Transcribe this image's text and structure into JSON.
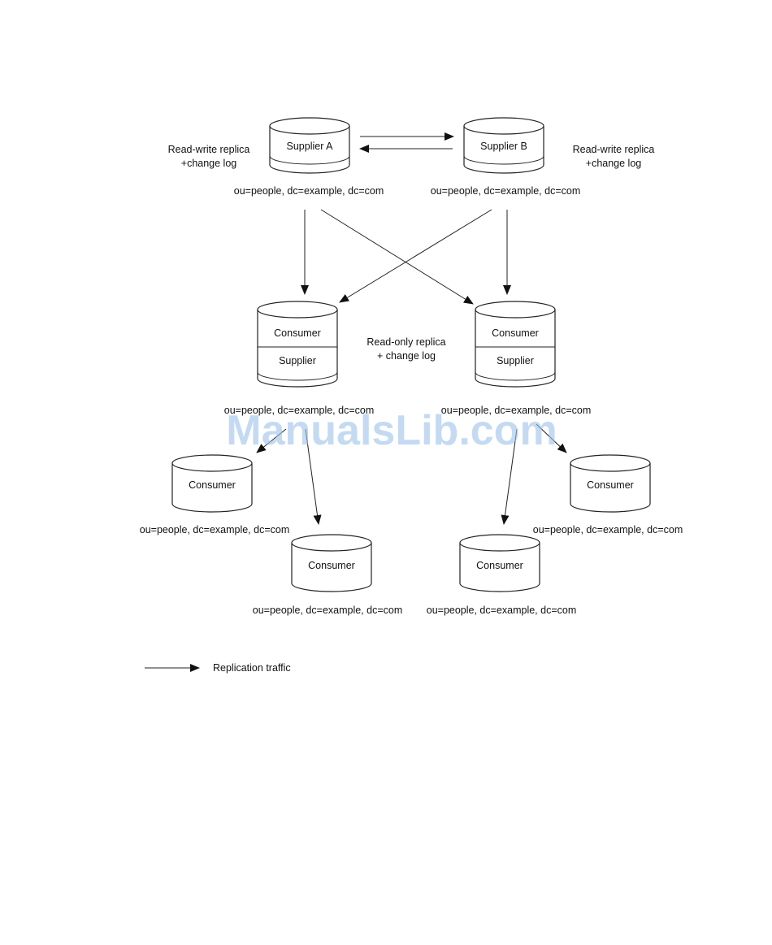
{
  "nodes": {
    "supplier_a": {
      "label": "Supplier A",
      "dn": "ou=people, dc=example, dc=com"
    },
    "supplier_b": {
      "label": "Supplier B",
      "dn": "ou=people, dc=example, dc=com"
    },
    "hub_left": {
      "top_label": "Consumer",
      "bottom_label": "Supplier",
      "dn": "ou=people, dc=example, dc=com"
    },
    "hub_right": {
      "top_label": "Consumer",
      "bottom_label": "Supplier",
      "dn": "ou=people, dc=example, dc=com"
    },
    "consumer_1": {
      "label": "Consumer",
      "dn": "ou=people, dc=example, dc=com"
    },
    "consumer_2": {
      "label": "Consumer",
      "dn": "ou=people, dc=example, dc=com"
    },
    "consumer_3": {
      "label": "Consumer",
      "dn": "ou=people, dc=example, dc=com"
    },
    "consumer_4": {
      "label": "Consumer",
      "dn": "ou=people, dc=example, dc=com"
    }
  },
  "annotations": {
    "rw_left": {
      "line1": "Read-write replica",
      "line2": "+change log"
    },
    "rw_right": {
      "line1": "Read-write replica",
      "line2": "+change log"
    },
    "ro_mid": {
      "line1": "Read-only replica",
      "line2": "+ change log"
    }
  },
  "legend": {
    "label": "Replication traffic"
  },
  "watermark": "ManualsLib.com"
}
